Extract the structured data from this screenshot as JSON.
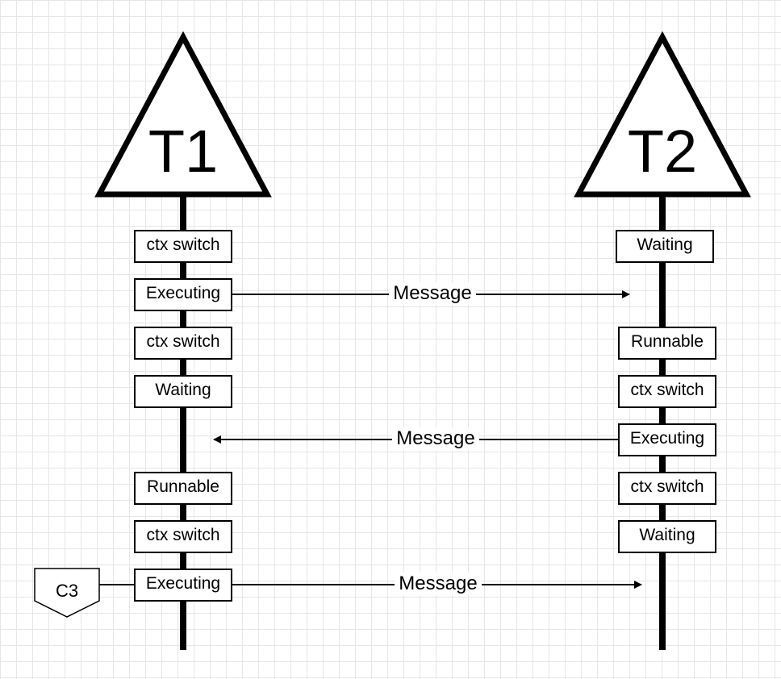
{
  "threads": [
    {
      "label": "T1",
      "states": [
        "ctx switch",
        "Executing",
        "ctx switch",
        "Waiting",
        "Runnable",
        "ctx switch",
        "Executing"
      ]
    },
    {
      "label": "T2",
      "states": [
        "Waiting",
        "Runnable",
        "ctx switch",
        "Executing",
        "ctx switch",
        "Waiting"
      ]
    }
  ],
  "messages": [
    {
      "label": "Message",
      "from": "T1",
      "to": "T2"
    },
    {
      "label": "Message",
      "from": "T2",
      "to": "T1"
    },
    {
      "label": "Message",
      "from": "T1",
      "to": "T2"
    }
  ],
  "offpage_connector": {
    "label": "C3"
  },
  "colors": {
    "stroke": "#000000",
    "fill": "#ffffff",
    "grid": "#e6e6e6"
  }
}
